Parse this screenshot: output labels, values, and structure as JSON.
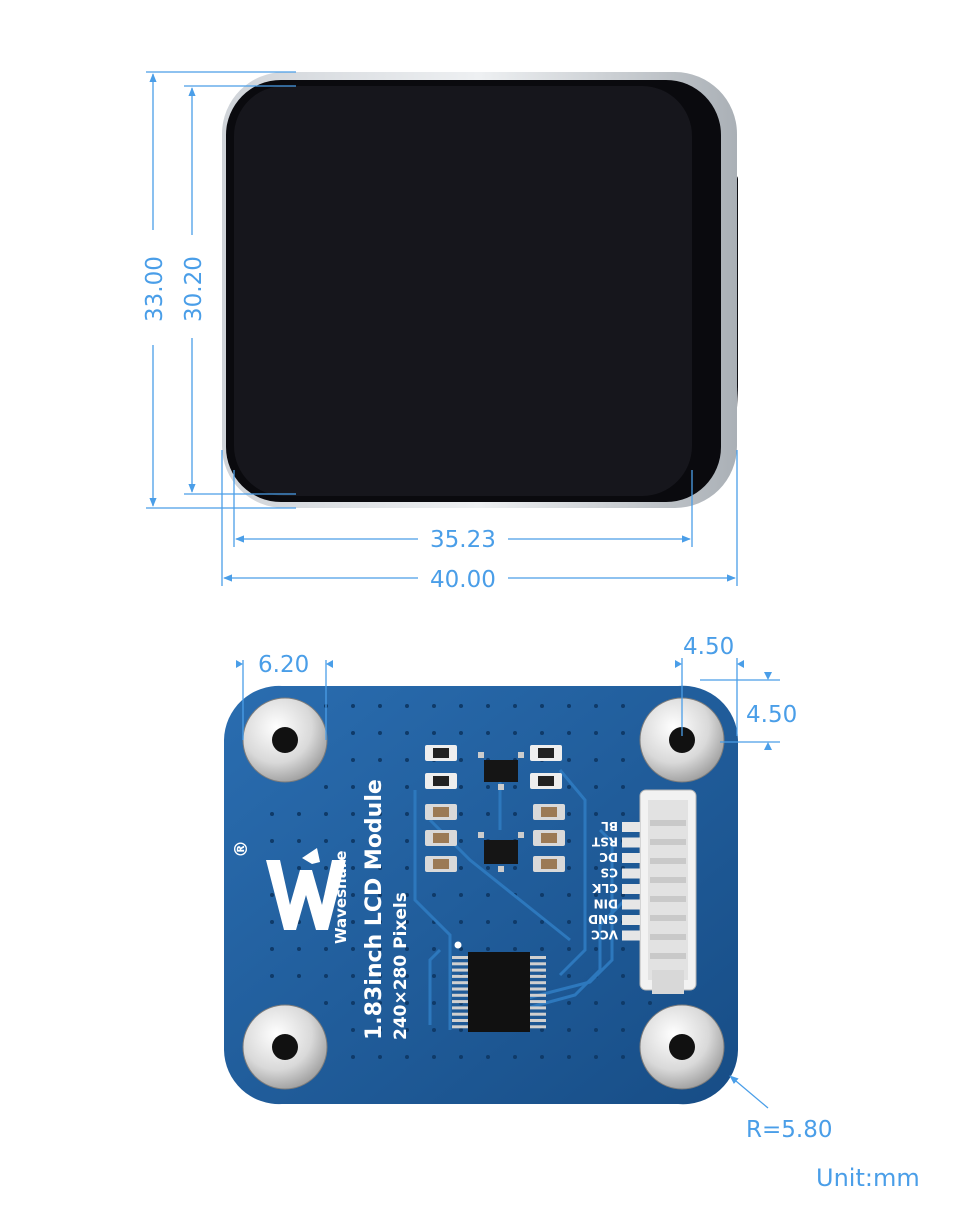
{
  "front_dimensions": {
    "total_height": "33.00",
    "screen_height": "30.20",
    "screen_width": "35.23",
    "total_width": "40.00"
  },
  "back_dimensions": {
    "hole_offset_x": "6.20",
    "hole_offset_right": "4.50",
    "hole_offset_top": "4.50",
    "corner_radius": "R=5.80"
  },
  "pcb": {
    "brand": "Waveshare",
    "title": "1.83inch LCD Module",
    "resolution": "240×280 Pixels",
    "registered_mark": "®",
    "pins": [
      "BL",
      "RST",
      "DC",
      "CS",
      "CLK",
      "DIN",
      "GND",
      "VCC"
    ]
  },
  "unit": "Unit:mm",
  "colors": {
    "dimension": "#4a9ee8",
    "pcb": "#1f5d99",
    "screen": "#16161c"
  }
}
